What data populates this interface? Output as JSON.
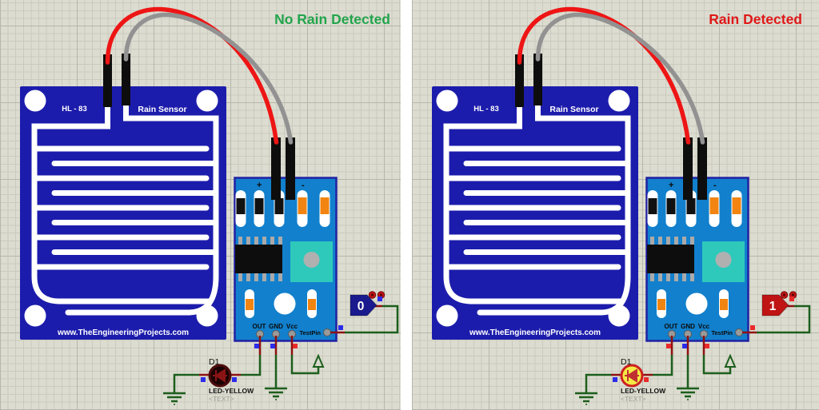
{
  "window": {
    "divider_color": "#ffffff"
  },
  "panels": [
    {
      "title": {
        "text": "No Rain Detected",
        "color": "#22a44c"
      },
      "plate": {
        "model": "HL - 83",
        "name": "Rain Sensor",
        "url": "www.TheEngineeringProjects.com"
      },
      "module": {
        "plus": "+",
        "minus": "-",
        "out": "OUT",
        "gnd": "GND",
        "vcc": "Vcc",
        "testpin": "TestPin"
      },
      "probe": {
        "value": "0",
        "fill": "#1a1a8e"
      },
      "led": {
        "ref": "D1",
        "type": "LED-YELLOW",
        "text": "<TEXT>",
        "fill": "#1c0303",
        "ring": "#4e0c0c",
        "symbol": "#8a1414"
      },
      "indicators": {
        "out": "#2b2bea",
        "gnd": "#2b2bea",
        "vcc": "#ea2b2b",
        "testpin": "#2b2bea",
        "led_left": "#2b2bea",
        "led_right": "#2b2bea",
        "probe_tip": "#2b2bea"
      }
    },
    {
      "title": {
        "text": "Rain Detected",
        "color": "#df1818"
      },
      "plate": {
        "model": "HL - 83",
        "name": "Rain Sensor",
        "url": "www.TheEngineeringProjects.com"
      },
      "module": {
        "plus": "+",
        "minus": "-",
        "out": "OUT",
        "gnd": "GND",
        "vcc": "Vcc",
        "testpin": "TestPin"
      },
      "probe": {
        "value": "1",
        "fill": "#c01414"
      },
      "led": {
        "ref": "D1",
        "type": "LED-YELLOW",
        "text": "<TEXT>",
        "fill": "#f4ea45",
        "ring": "#cc2020",
        "symbol": "#c03030"
      },
      "indicators": {
        "out": "#ea2b2b",
        "gnd": "#2b2bea",
        "vcc": "#ea2b2b",
        "testpin": "#ea2b2b",
        "led_left": "#2b2bea",
        "led_right": "#ea2b2b",
        "probe_tip": "#ea2b2b"
      }
    }
  ]
}
